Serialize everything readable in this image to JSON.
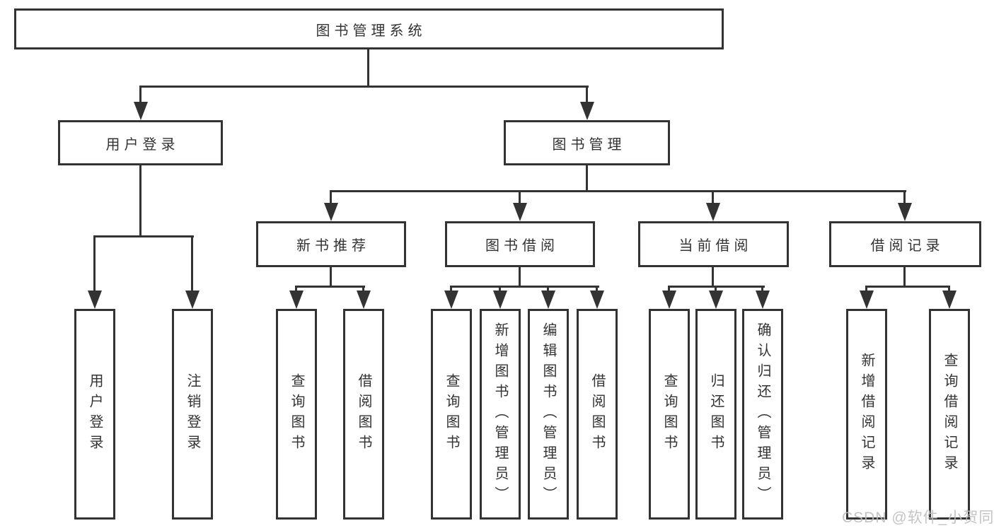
{
  "watermark": "CSDN @软件_小贺同学",
  "colors": {
    "line": "#333333",
    "box_border": "#333333",
    "text": "#333333",
    "background": "#ffffff",
    "watermark": "#bdbdbd"
  },
  "tree": {
    "root": {
      "label": "图书管理系统"
    },
    "branches": [
      {
        "label": "用户登录",
        "leaves": [
          "用户登录",
          "注销登录"
        ]
      },
      {
        "label": "图书管理",
        "groups": [
          {
            "label": "新书推荐",
            "leaves": [
              "查询图书",
              "借阅图书"
            ]
          },
          {
            "label": "图书借阅",
            "leaves": [
              "查询图书",
              "新增图书（管理员）",
              "编辑图书（管理员）",
              "借阅图书"
            ]
          },
          {
            "label": "当前借阅",
            "leaves": [
              "查询图书",
              "归还图书",
              "确认归还（管理员）"
            ]
          },
          {
            "label": "借阅记录",
            "leaves": [
              "新增借阅记录",
              "查询借阅记录"
            ]
          }
        ]
      }
    ]
  }
}
